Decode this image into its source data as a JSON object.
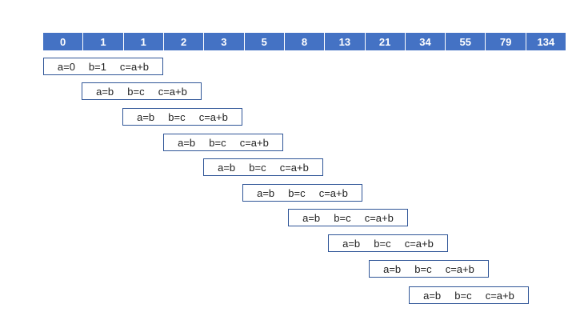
{
  "sequence": [
    "0",
    "1",
    "1",
    "2",
    "3",
    "5",
    "8",
    "13",
    "21",
    "34",
    "55",
    "79",
    "134"
  ],
  "steps": [
    [
      "a=0",
      "b=1",
      "c=a+b"
    ],
    [
      "a=b",
      "b=c",
      "c=a+b"
    ],
    [
      "a=b",
      "b=c",
      "c=a+b"
    ],
    [
      "a=b",
      "b=c",
      "c=a+b"
    ],
    [
      "a=b",
      "b=c",
      "c=a+b"
    ],
    [
      "a=b",
      "b=c",
      "c=a+b"
    ],
    [
      "a=b",
      "b=c",
      "c=a+b"
    ],
    [
      "a=b",
      "b=c",
      "c=a+b"
    ],
    [
      "a=b",
      "b=c",
      "c=a+b"
    ],
    [
      "a=b",
      "b=c",
      "c=a+b"
    ]
  ],
  "colors": {
    "header_fill": "#4472c4",
    "header_text": "#ffffff",
    "box_border": "#2f5597"
  }
}
